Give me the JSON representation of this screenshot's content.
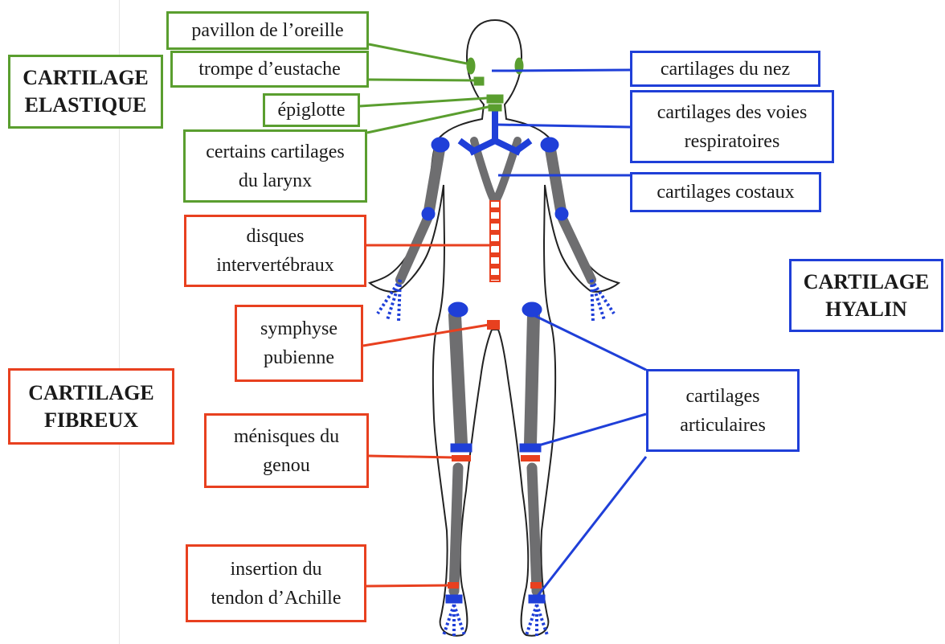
{
  "colors": {
    "elastic": "#5a9e2f",
    "fibrous": "#e8401f",
    "hyaline": "#1f3fd8",
    "bone": "#6e6e70",
    "outline": "#222222"
  },
  "groups": {
    "elastic": "CARTILAGE\nELASTIQUE",
    "fibrous": "CARTILAGE\nFIBREUX",
    "hyaline": "CARTILAGE\nHYALIN"
  },
  "labels": {
    "pavillon": "pavillon de l’oreille",
    "trompe": "trompe d’eustache",
    "epiglotte": "épiglotte",
    "larynx": "certains cartilages\ndu larynx",
    "disques": "disques\nintervertébraux",
    "symphyse": "symphyse\npubienne",
    "menisques": "ménisques du\ngenou",
    "achille": "insertion du\ntendon d’Achille",
    "nez": "cartilages du nez",
    "voies": "cartilages des voies\nrespiratoires",
    "costaux": "cartilages costaux",
    "articulaires": "cartilages\narticulaires"
  }
}
